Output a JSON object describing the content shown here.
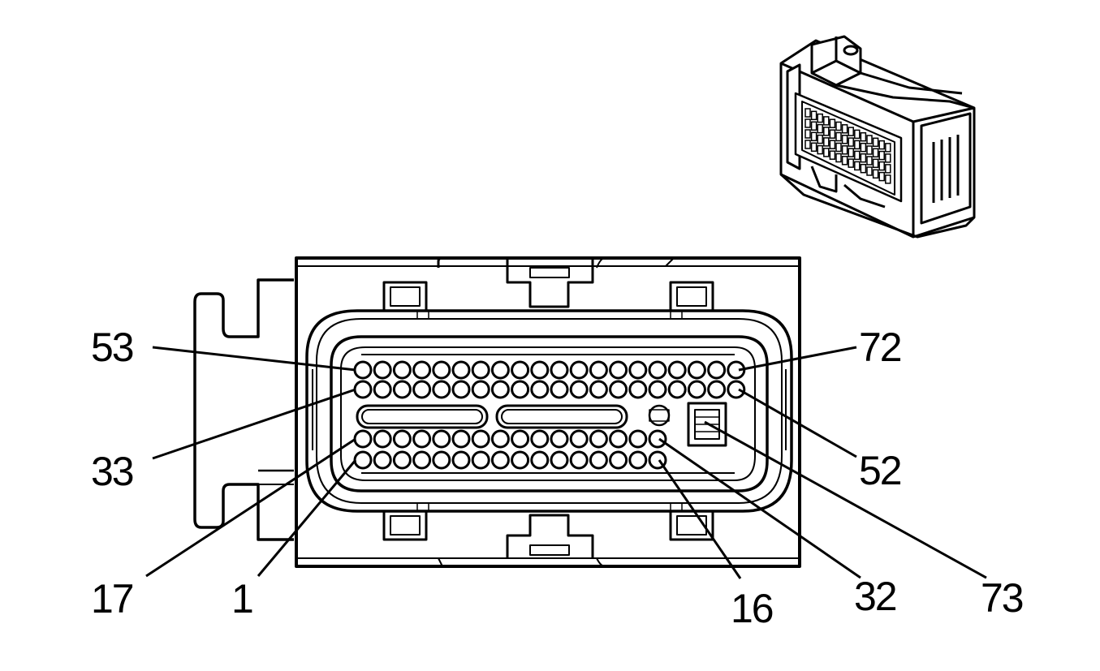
{
  "connector": {
    "pin_labels": {
      "pin_53": "53",
      "pin_72": "72",
      "pin_33": "33",
      "pin_52": "52",
      "pin_17": "17",
      "pin_1": "1",
      "pin_16": "16",
      "pin_32": "32",
      "pin_73": "73"
    },
    "rows": {
      "row_top_a": 20,
      "row_top_b": 20,
      "row_bottom_a": 16,
      "row_bottom_b": 16
    }
  },
  "colors": {
    "line": "#000000",
    "background": "#ffffff"
  }
}
